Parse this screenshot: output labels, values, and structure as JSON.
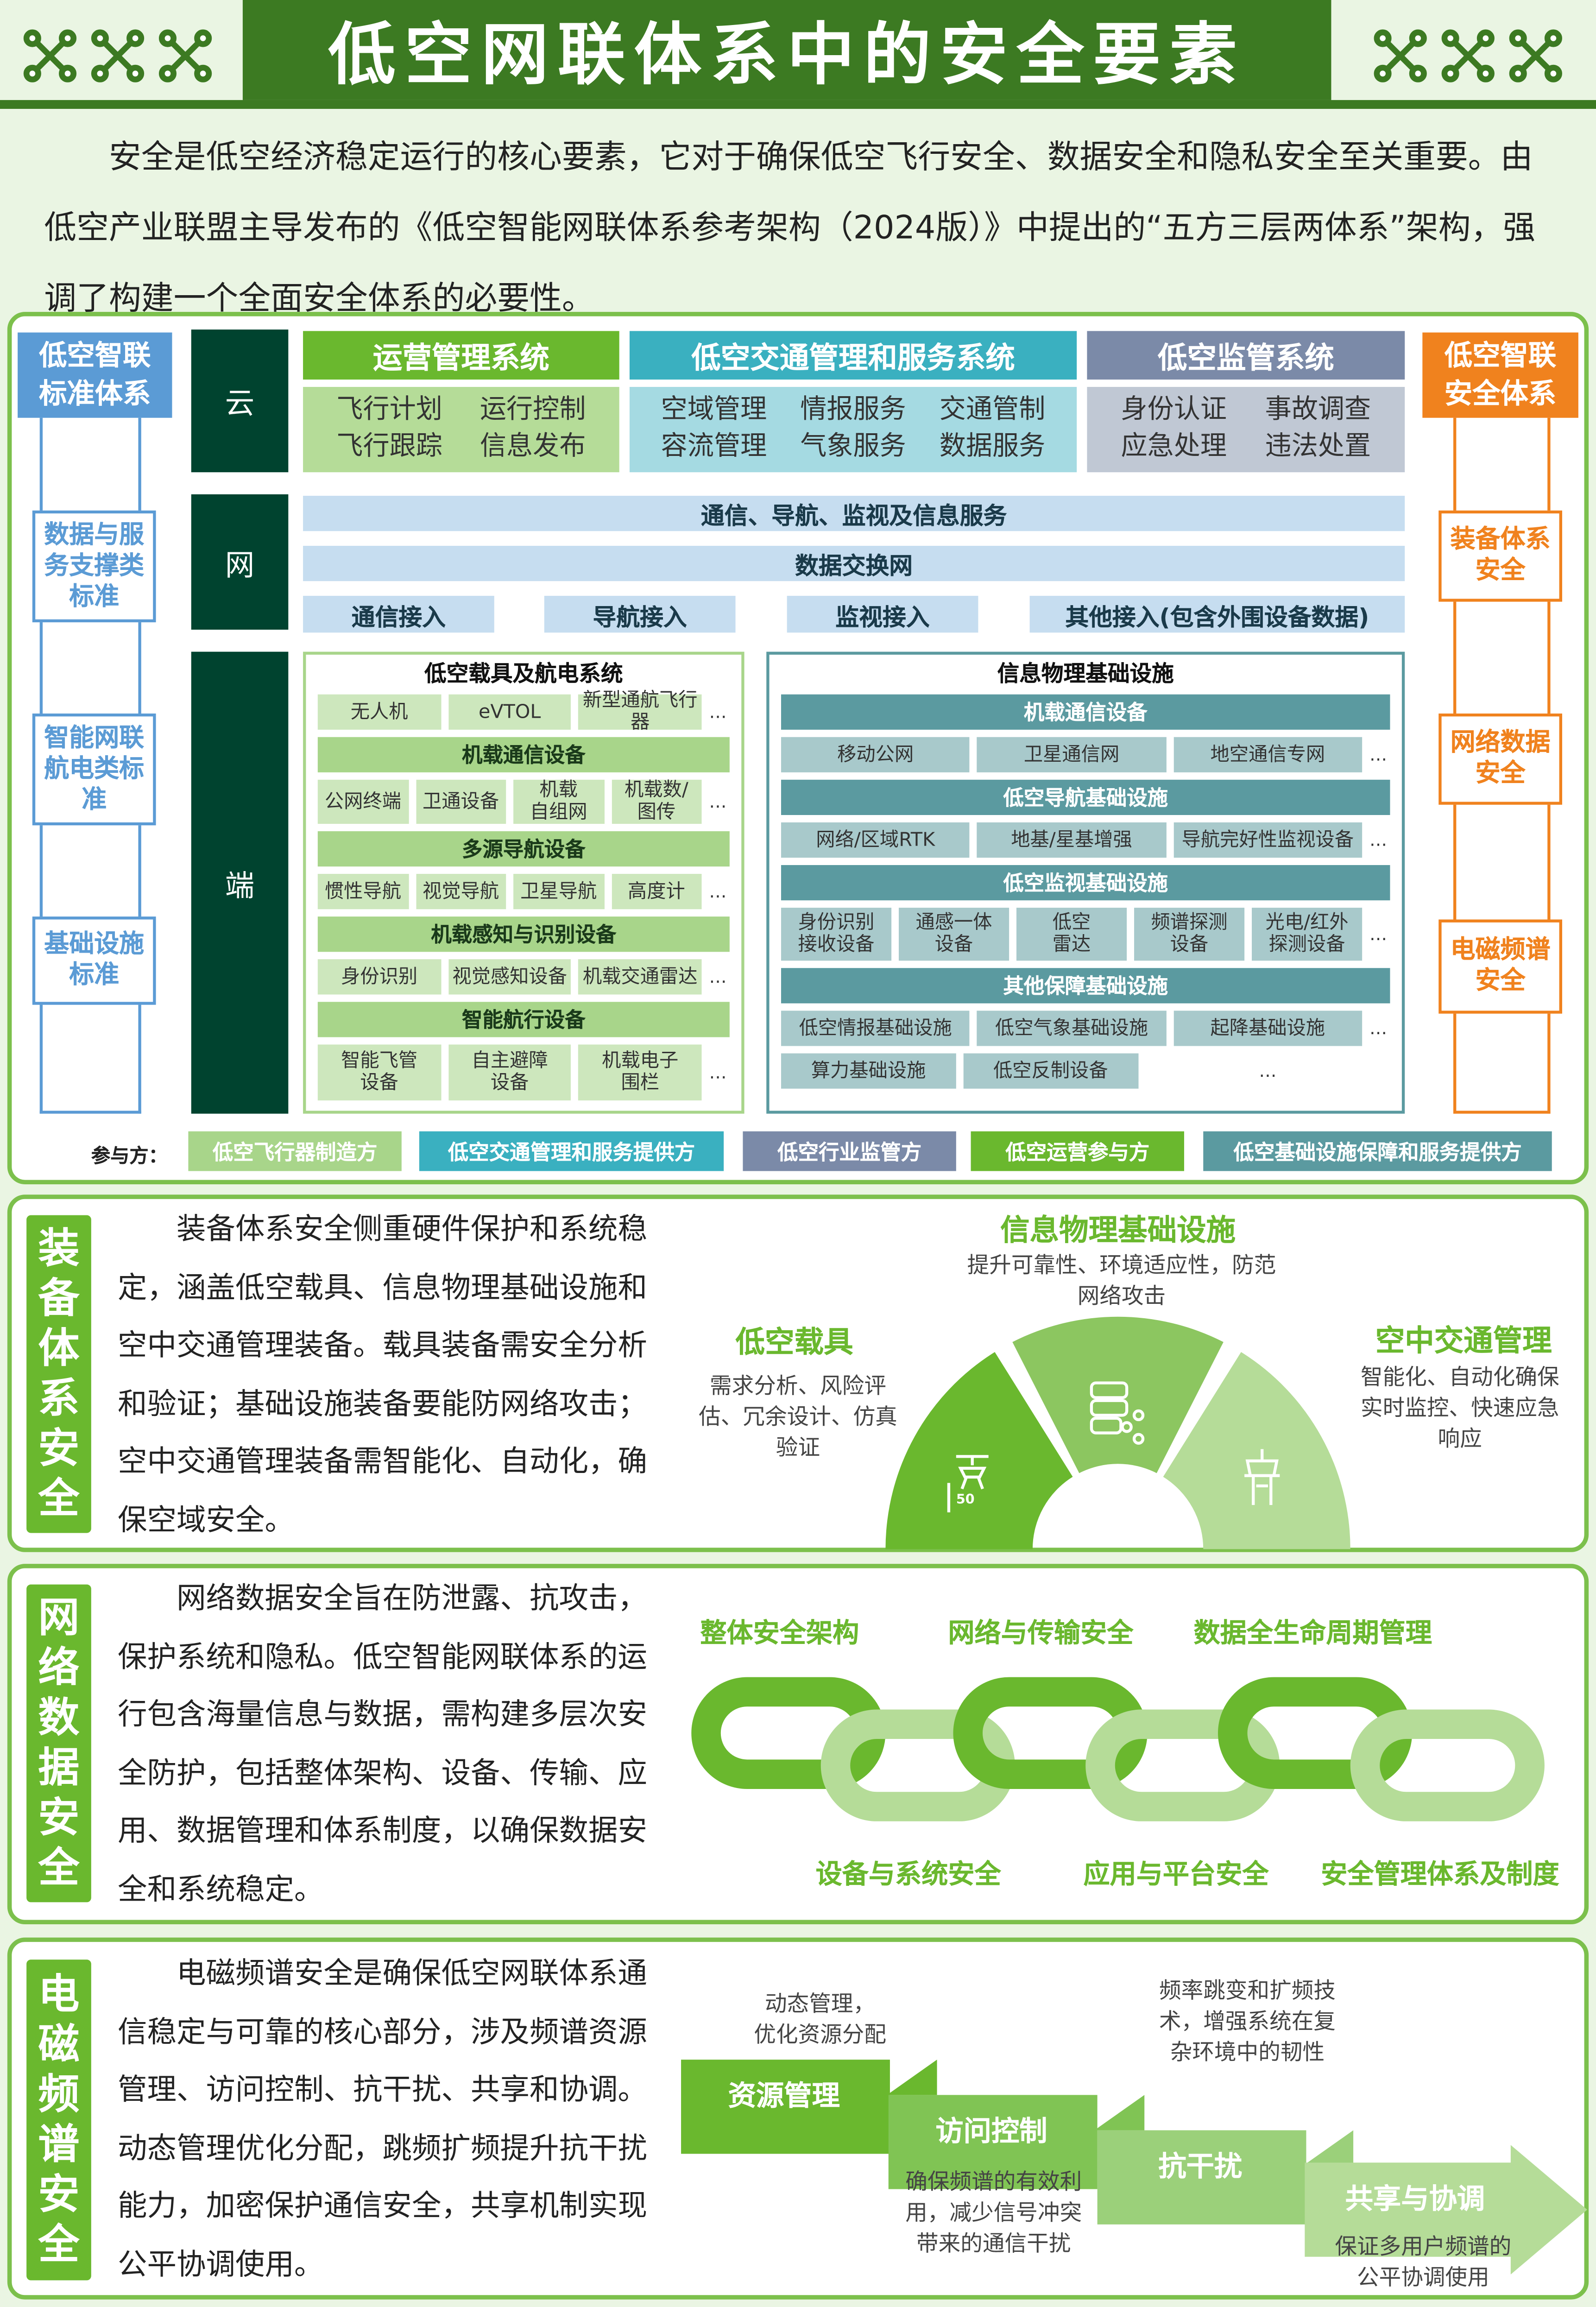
{
  "title": "低空网联体系中的安全要素",
  "intro": "安全是低空经济稳定运行的核心要素，它对于确保低空飞行安全、数据安全和隐私安全至关重要。由低空产业联盟主导发布的《低空智能网联体系参考架构（2024版）》中提出的“五方三层两体系”架构，强调了构建一个全面安全体系的必要性。",
  "colors": {
    "dark_green": "#3c7a22",
    "green": "#6ab82e",
    "light_green": "#b5dc98",
    "teal": "#3ab0c0",
    "slate": "#7b8aa8",
    "blue": "#5b9bd5",
    "orange": "#f0821e",
    "layer": "#00432f"
  },
  "left_column": {
    "header": "低空智联标准体系",
    "boxes": [
      "数据与服务支撑类标准",
      "智能网联航电类标准",
      "基础设施标准"
    ]
  },
  "right_column": {
    "header": "低空智联安全体系",
    "boxes": [
      "装备体系安全",
      "网络数据安全",
      "电磁频谱安全"
    ]
  },
  "layers": {
    "cloud": "云",
    "net": "网",
    "end": "端"
  },
  "cloud": [
    {
      "title": "运营管理系统",
      "items": [
        "飞行计划",
        "运行控制",
        "飞行跟踪",
        "信息发布"
      ]
    },
    {
      "title": "低空交通管理和服务系统",
      "items": [
        "空域管理",
        "情报服务",
        "交通管制",
        "容流管理",
        "气象服务",
        "数据服务"
      ]
    },
    {
      "title": "低空监管系统",
      "items": [
        "身份认证",
        "事故调查",
        "应急处理",
        "违法处置"
      ]
    }
  ],
  "net": {
    "bar1": "通信、导航、监视及信息服务",
    "bar2": "数据交换网",
    "access": [
      "通信接入",
      "导航接入",
      "监视接入",
      "其他接入(包含外围设备数据)"
    ]
  },
  "end_left": {
    "title": "低空载具及航电系统",
    "blocks": [
      {
        "header": "",
        "items": [
          "无人机",
          "eVTOL",
          "新型通航飞行器"
        ]
      },
      {
        "header": "机载通信设备",
        "items": [
          "公网终端",
          "卫通设备",
          "机载\n自组网",
          "机载数/\n图传"
        ]
      },
      {
        "header": "多源导航设备",
        "items": [
          "惯性导航",
          "视觉导航",
          "卫星导航",
          "高度计"
        ]
      },
      {
        "header": "机载感知与识别设备",
        "items": [
          "身份识别",
          "视觉感知设备",
          "机载交通雷达"
        ]
      },
      {
        "header": "智能航行设备",
        "items": [
          "智能飞管\n设备",
          "自主避障\n设备",
          "机载电子\n围栏"
        ]
      }
    ]
  },
  "end_right": {
    "title": "信息物理基础设施",
    "blocks": [
      {
        "header": "机载通信设备",
        "items": [
          "移动公网",
          "卫星通信网",
          "地空通信专网"
        ]
      },
      {
        "header": "低空导航基础设施",
        "items": [
          "网络/区域RTK",
          "地基/星基增强",
          "导航完好性监视设备"
        ]
      },
      {
        "header": "低空监视基础设施",
        "items": [
          "身份识别\n接收设备",
          "通感一体\n设备",
          "低空\n雷达",
          "频谱探测\n设备",
          "光电/红外\n探测设备"
        ]
      },
      {
        "header": "其他保障基础设施",
        "items": [
          "低空情报基础设施",
          "低空气象基础设施",
          "起降基础设施"
        ]
      },
      {
        "header": "",
        "items": [
          "算力基础设施",
          "低空反制设备"
        ]
      }
    ]
  },
  "ellipsis": "…",
  "participants": {
    "label": "参与方：",
    "items": [
      {
        "text": "低空飞行器制造方",
        "color": "#a8d58a"
      },
      {
        "text": "低空交通管理和服务提供方",
        "color": "#3ab0c0"
      },
      {
        "text": "低空行业监管方",
        "color": "#7b8aa8"
      },
      {
        "text": "低空运营参与方",
        "color": "#6ab82e"
      },
      {
        "text": "低空基础设施保障和服务提供方",
        "color": "#5b9aa0"
      }
    ]
  },
  "sec_equipment": {
    "label": "装备体系安全",
    "text": "装备体系安全侧重硬件保护和系统稳定，涵盖低空载具、信息物理基础设施和空中交通管理装备。载具装备需安全分析和验证；基础设施装备要能防网络攻击；空中交通管理装备需智能化、自动化，确保空域安全。",
    "items": [
      {
        "title": "低空载具",
        "desc": "需求分析、风险评估、冗余设计、仿真验证",
        "icon": "drone-icon"
      },
      {
        "title": "信息物理基础设施",
        "desc": "提升可靠性、环境适应性，防范网络攻击",
        "icon": "server-network-icon"
      },
      {
        "title": "空中交通管理",
        "desc": "智能化、自动化确保实时监控、快速应急响应",
        "icon": "control-tower-icon"
      }
    ],
    "drone_label": "50"
  },
  "sec_network": {
    "label": "网络数据安全",
    "text": "网络数据安全旨在防泄露、抗攻击，保护系统和隐私。低空智能网联体系的运行包含海量信息与数据，需构建多层次安全防护，包括整体架构、设备、传输、应用、数据管理和体系制度，以确保数据安全和系统稳定。",
    "top": [
      "整体安全架构",
      "网络与传输安全",
      "数据全生命周期管理"
    ],
    "bottom": [
      "设备与系统安全",
      "应用与平台安全",
      "安全管理体系及制度"
    ]
  },
  "sec_spectrum": {
    "label": "电磁频谱安全",
    "text": "电磁频谱安全是确保低空网联体系通信稳定与可靠的核心部分，涉及频谱资源管理、访问控制、抗干扰、共享和协调。动态管理优化分配，跳频扩频提升抗干扰能力，加密保护通信安全，共享机制实现公平协调使用。",
    "steps": [
      {
        "title": "资源管理",
        "desc": "动态管理，\n优化资源分配"
      },
      {
        "title": "访问控制",
        "desc": "确保频谱的有效利\n用，减少信号冲突\n带来的通信干扰"
      },
      {
        "title": "抗干扰",
        "desc": "频率跳变和扩频技\n术，增强系统在复\n杂环境中的韧性"
      },
      {
        "title": "共享与协调",
        "desc": "保证多用户频谱的\n公平协调使用"
      }
    ]
  }
}
